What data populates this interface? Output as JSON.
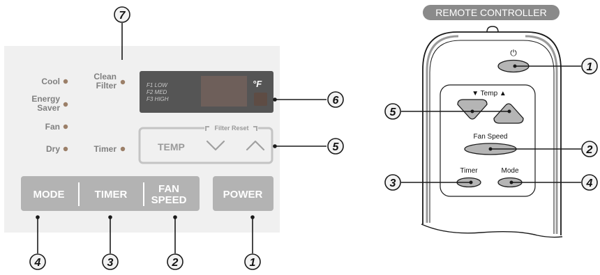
{
  "panel": {
    "indicators": {
      "cool": "Cool",
      "energy_saver_line1": "Energy",
      "energy_saver_line2": "Saver",
      "fan": "Fan",
      "dry": "Dry",
      "clean_filter_line1": "Clean",
      "clean_filter_line2": "Filter",
      "timer": "Timer"
    },
    "display": {
      "f1": "F1 LOW",
      "f2": "F2 MED",
      "f3": "F3 HIGH",
      "unit": "°F"
    },
    "temp_group": {
      "label": "TEMP",
      "filter_reset": "Filter Reset"
    },
    "buttons": {
      "mode": "MODE",
      "timer": "TIMER",
      "fan_line1": "FAN",
      "fan_line2": "SPEED",
      "power": "POWER"
    },
    "callouts": {
      "n7": "7",
      "n6": "6",
      "n5": "5",
      "n4": "4",
      "n3": "3",
      "n2": "2",
      "n1": "1"
    }
  },
  "remote": {
    "title": "REMOTE CONTROLLER",
    "power_symbol": "⏻",
    "temp_label": "▼  Temp  ▲",
    "fan_speed": "Fan Speed",
    "timer": "Timer",
    "mode": "Mode",
    "callouts": {
      "n1": "1",
      "n5": "5",
      "n2": "2",
      "n3": "3",
      "n4": "4"
    }
  },
  "colors": {
    "panel_bg": "#f0f0f0",
    "button_bg": "#b3b3b3",
    "display_bg": "#555555",
    "led": "#9b7f68",
    "title_badge": "#8a8a8a"
  }
}
